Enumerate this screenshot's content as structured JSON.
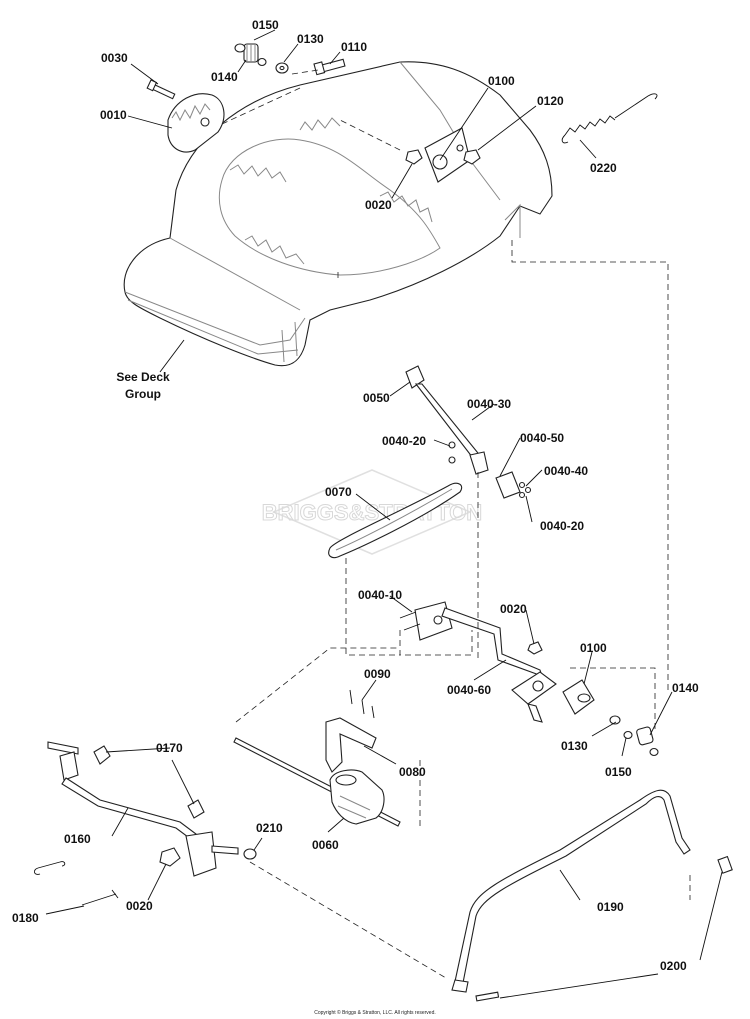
{
  "watermark": "BRIGGS&STRATTON",
  "deck_note": [
    "See Deck",
    "Group"
  ],
  "copyright": "Copyright © Briggs & Stratton, LLC. All rights reserved.",
  "labels": {
    "p0150_top": "0150",
    "p0130_top": "0130",
    "p0110": "0110",
    "p0030": "0030",
    "p0140_top": "0140",
    "p0010": "0010",
    "p0100_top": "0100",
    "p0120": "0120",
    "p0020_top": "0020",
    "p0220": "0220",
    "p0050": "0050",
    "p0040_30": "0040-30",
    "p0040_20_a": "0040-20",
    "p0040_50": "0040-50",
    "p0040_40": "0040-40",
    "p0040_20_b": "0040-20",
    "p0070": "0070",
    "p0040_10": "0040-10",
    "p0020_mid": "0020",
    "p0100_mid": "0100",
    "p0090": "0090",
    "p0040_60": "0040-60",
    "p0140_mid": "0140",
    "p0170": "0170",
    "p0130_mid": "0130",
    "p0080": "0080",
    "p0150_mid": "0150",
    "p0160": "0160",
    "p0210": "0210",
    "p0060": "0060",
    "p0020_bot": "0020",
    "p0190": "0190",
    "p0180": "0180",
    "p0200": "0200"
  }
}
